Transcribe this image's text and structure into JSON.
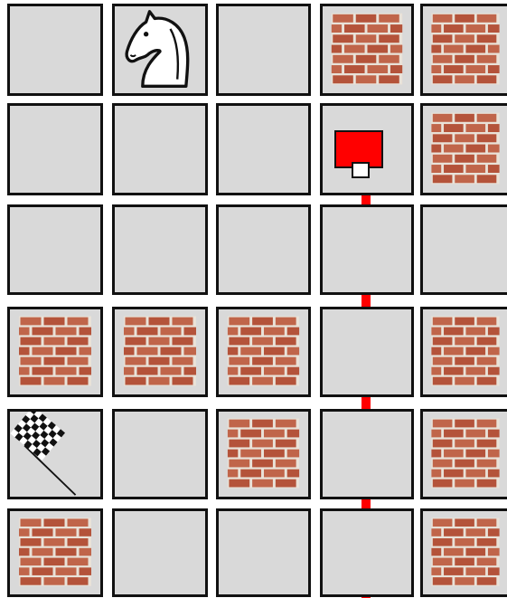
{
  "board": {
    "rows": 6,
    "cols": 5,
    "colors": {
      "tile": "#d9d9d9",
      "border": "#111111",
      "brick": "#b4533a",
      "mortar": "#e9e2d8",
      "line": "#ff0000"
    },
    "grid": [
      [
        "empty",
        "knight",
        "empty",
        "brick",
        "brick"
      ],
      [
        "empty",
        "empty",
        "empty",
        "red-post",
        "brick"
      ],
      [
        "empty",
        "empty",
        "empty",
        "empty",
        "empty"
      ],
      [
        "brick",
        "brick",
        "brick",
        "empty",
        "brick"
      ],
      [
        "flag",
        "empty",
        "brick",
        "empty",
        "brick"
      ],
      [
        "brick",
        "empty",
        "empty",
        "empty",
        "brick"
      ]
    ]
  }
}
